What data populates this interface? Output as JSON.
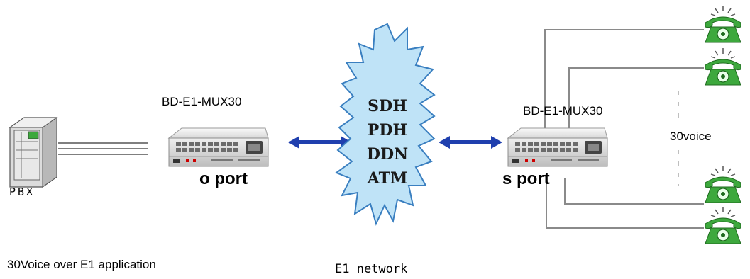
{
  "pbx": {
    "label": "PBX"
  },
  "left_device": {
    "title": "BD-E1-MUX30",
    "port_label": "o port"
  },
  "right_device": {
    "title": "BD-E1-MUX30",
    "port_label": "s port"
  },
  "network": {
    "types": [
      "SDH",
      "PDH",
      "DDN",
      "ATM"
    ],
    "caption": "E1 network"
  },
  "phones": {
    "count_label": "30voice",
    "icon": "telephone-icon"
  },
  "application_caption": "30Voice over E1 application",
  "colors": {
    "cloud_fill": "#bfe3f7",
    "cloud_stroke": "#3a7fc0",
    "arrow": "#1f3fae",
    "phone": "#3da83d",
    "device_body": "#e6e6e6",
    "wire": "#8a8a8a"
  }
}
